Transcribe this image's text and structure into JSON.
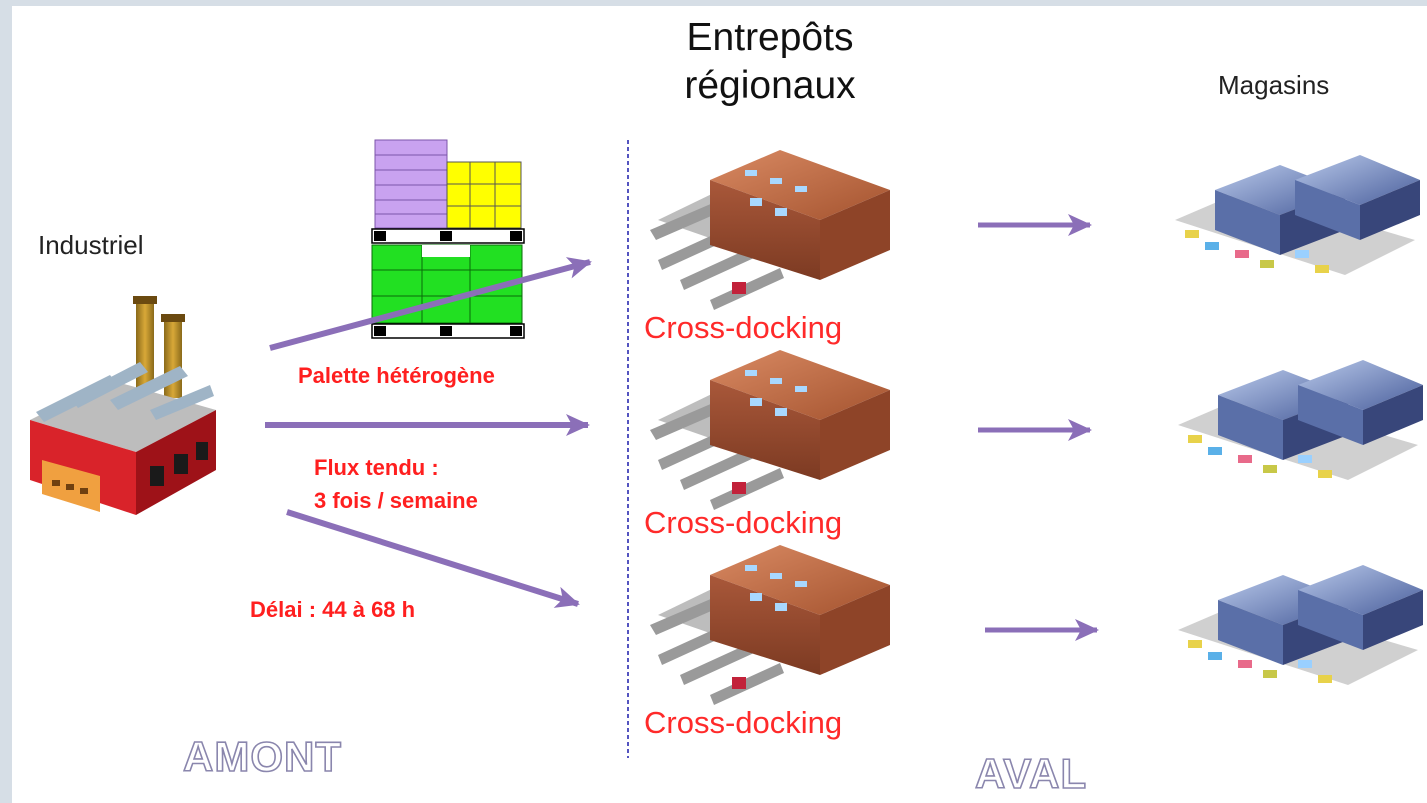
{
  "header": {
    "title_line1": "Entrepôts",
    "title_line2": "régionaux",
    "stores_label": "Magasins"
  },
  "left": {
    "source_label": "Industriel"
  },
  "annotations": {
    "pallet_label": "Palette hétérogène",
    "flow_line1": "Flux tendu :",
    "flow_line2": "3 fois / semaine",
    "delay_label": "Délai : 44 à 68 h"
  },
  "warehouses": [
    {
      "label": "Cross-docking"
    },
    {
      "label": "Cross-docking"
    },
    {
      "label": "Cross-docking"
    }
  ],
  "footer": {
    "upstream_label": "AMONT",
    "downstream_label": "AVAL"
  },
  "colors": {
    "arrow": "#8b6fb8",
    "accent_red": "#ff2a2a",
    "divider": "#2a2ab0"
  }
}
